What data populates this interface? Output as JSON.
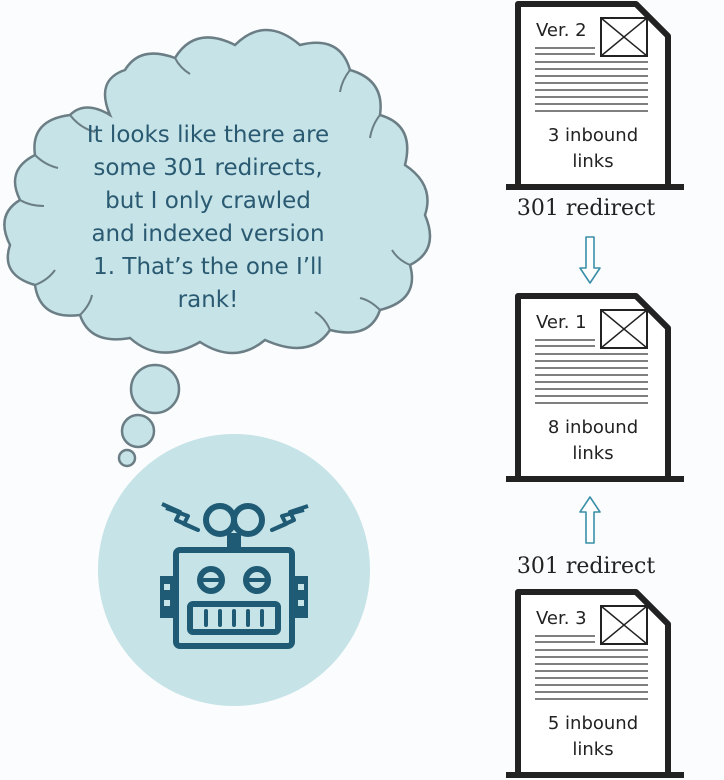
{
  "thought_bubble": {
    "lines": [
      "It looks like there are",
      "some 301 redirects,",
      "but I only crawled",
      "and indexed version",
      "1. That’s the one I’ll",
      "rank!"
    ]
  },
  "documents": [
    {
      "version": "Ver. 2",
      "links_line1": "3 inbound",
      "links_line2": "links"
    },
    {
      "version": "Ver. 1",
      "links_line1": "8 inbound",
      "links_line2": "links"
    },
    {
      "version": "Ver. 3",
      "links_line1": "5 inbound",
      "links_line2": "links"
    }
  ],
  "redirects": [
    {
      "label": "301 redirect",
      "direction": "down"
    },
    {
      "label": "301 redirect",
      "direction": "up"
    }
  ],
  "icons": {
    "robot": "robot-icon",
    "image_placeholder": "image-placeholder-icon",
    "lightning": "lightning-bolt-icon"
  },
  "colors": {
    "cloud_fill": "#c6e3e7",
    "cloud_stroke": "#6b7e86",
    "cloud_text": "#2a5a72",
    "robot": "#1f5b74",
    "robot_circle": "#c6e3e7",
    "doc_stroke": "#222222",
    "arrow_stroke": "#3a8fa8"
  }
}
